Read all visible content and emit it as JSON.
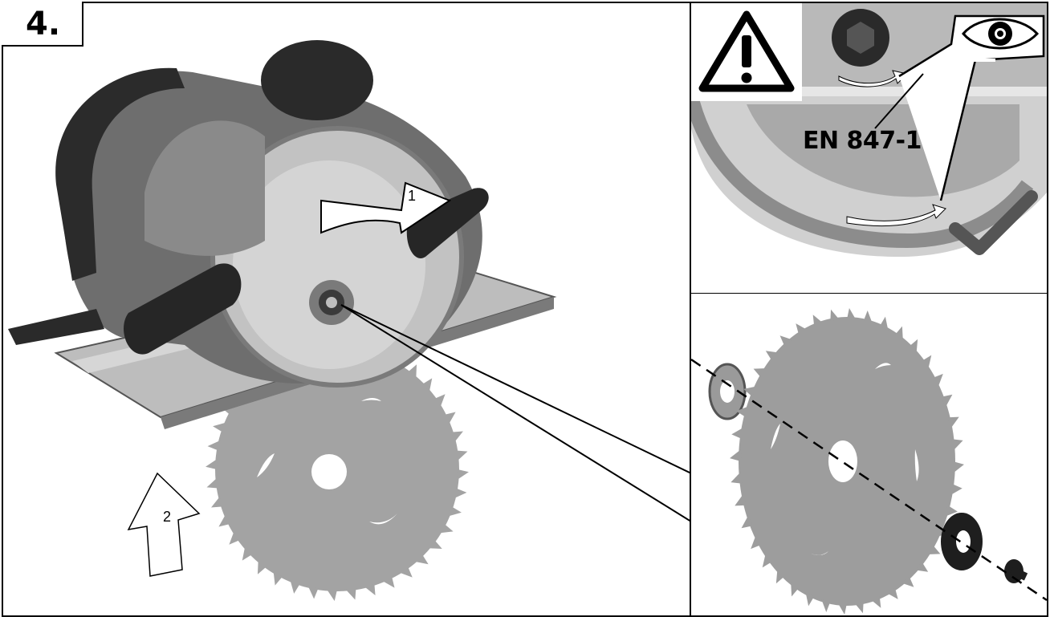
{
  "step": {
    "label": "4."
  },
  "warning": {
    "icon": "warning-triangle-icon"
  },
  "inspection": {
    "icon": "eye-icon",
    "standard": "EN 847-1",
    "check_icon": "checkmark-icon"
  },
  "arrows": {
    "arrow_1_label": "1",
    "arrow_2_label": "2"
  },
  "colors": {
    "line": "#000000",
    "blade": "#9a9a9a",
    "saw_body": "#6b6b6b",
    "handle": "#2a2a2a",
    "guard_bg": "#d0d0d0"
  }
}
